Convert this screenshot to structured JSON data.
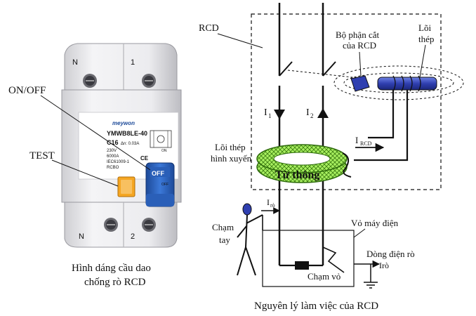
{
  "left": {
    "label_on_off": "ON/OFF",
    "label_test": "TEST",
    "caption_line1": "Hình dáng cầu dao",
    "caption_line2": "chống rò RCD",
    "device": {
      "brand": "meywon",
      "model": "YMWB8LE-40",
      "rating": "C16",
      "spec_a": "Δn: 0.03A",
      "voltage": "230V",
      "breaking": "6000A",
      "standard": "IEC61009-1",
      "type": "RCBO",
      "top_n": "N",
      "top_1": "1",
      "bottom_n": "N",
      "bottom_2": "2",
      "toggle_text": "OFF",
      "toggle_on": "ON",
      "toggle_off": "OFF"
    }
  },
  "right": {
    "label_rcd": "RCD",
    "label_cut_1": "Bộ phận cắt",
    "label_cut_2": "của RCD",
    "label_core_1": "Lõi",
    "label_core_2": "thép",
    "label_i1": "I",
    "label_i1_sub": "1",
    "label_i2": "I",
    "label_i2_sub": "2",
    "label_ircd": "I",
    "label_ircd_sub": "RCD",
    "label_toroid_1": "Lõi thép",
    "label_toroid_2": "hình xuyến",
    "label_flux": "Từ thông",
    "label_iro": "I",
    "label_iro_sub": "rò",
    "label_touch_1": "Chạm",
    "label_touch_2": "tay",
    "label_case": "Vỏ máy điện",
    "label_leak_1": "Dòng điện rò",
    "label_leak_2": "Irò",
    "label_short": "Chạm vỏ",
    "caption": "Nguyên lý làm việc của RCD"
  },
  "colors": {
    "flux_green": "#a8f060",
    "coil_blue": "#2f3fb0",
    "toggle_blue": "#2a5fb8",
    "test_orange": "#f5a623",
    "device_body": "#e9e9ec"
  }
}
